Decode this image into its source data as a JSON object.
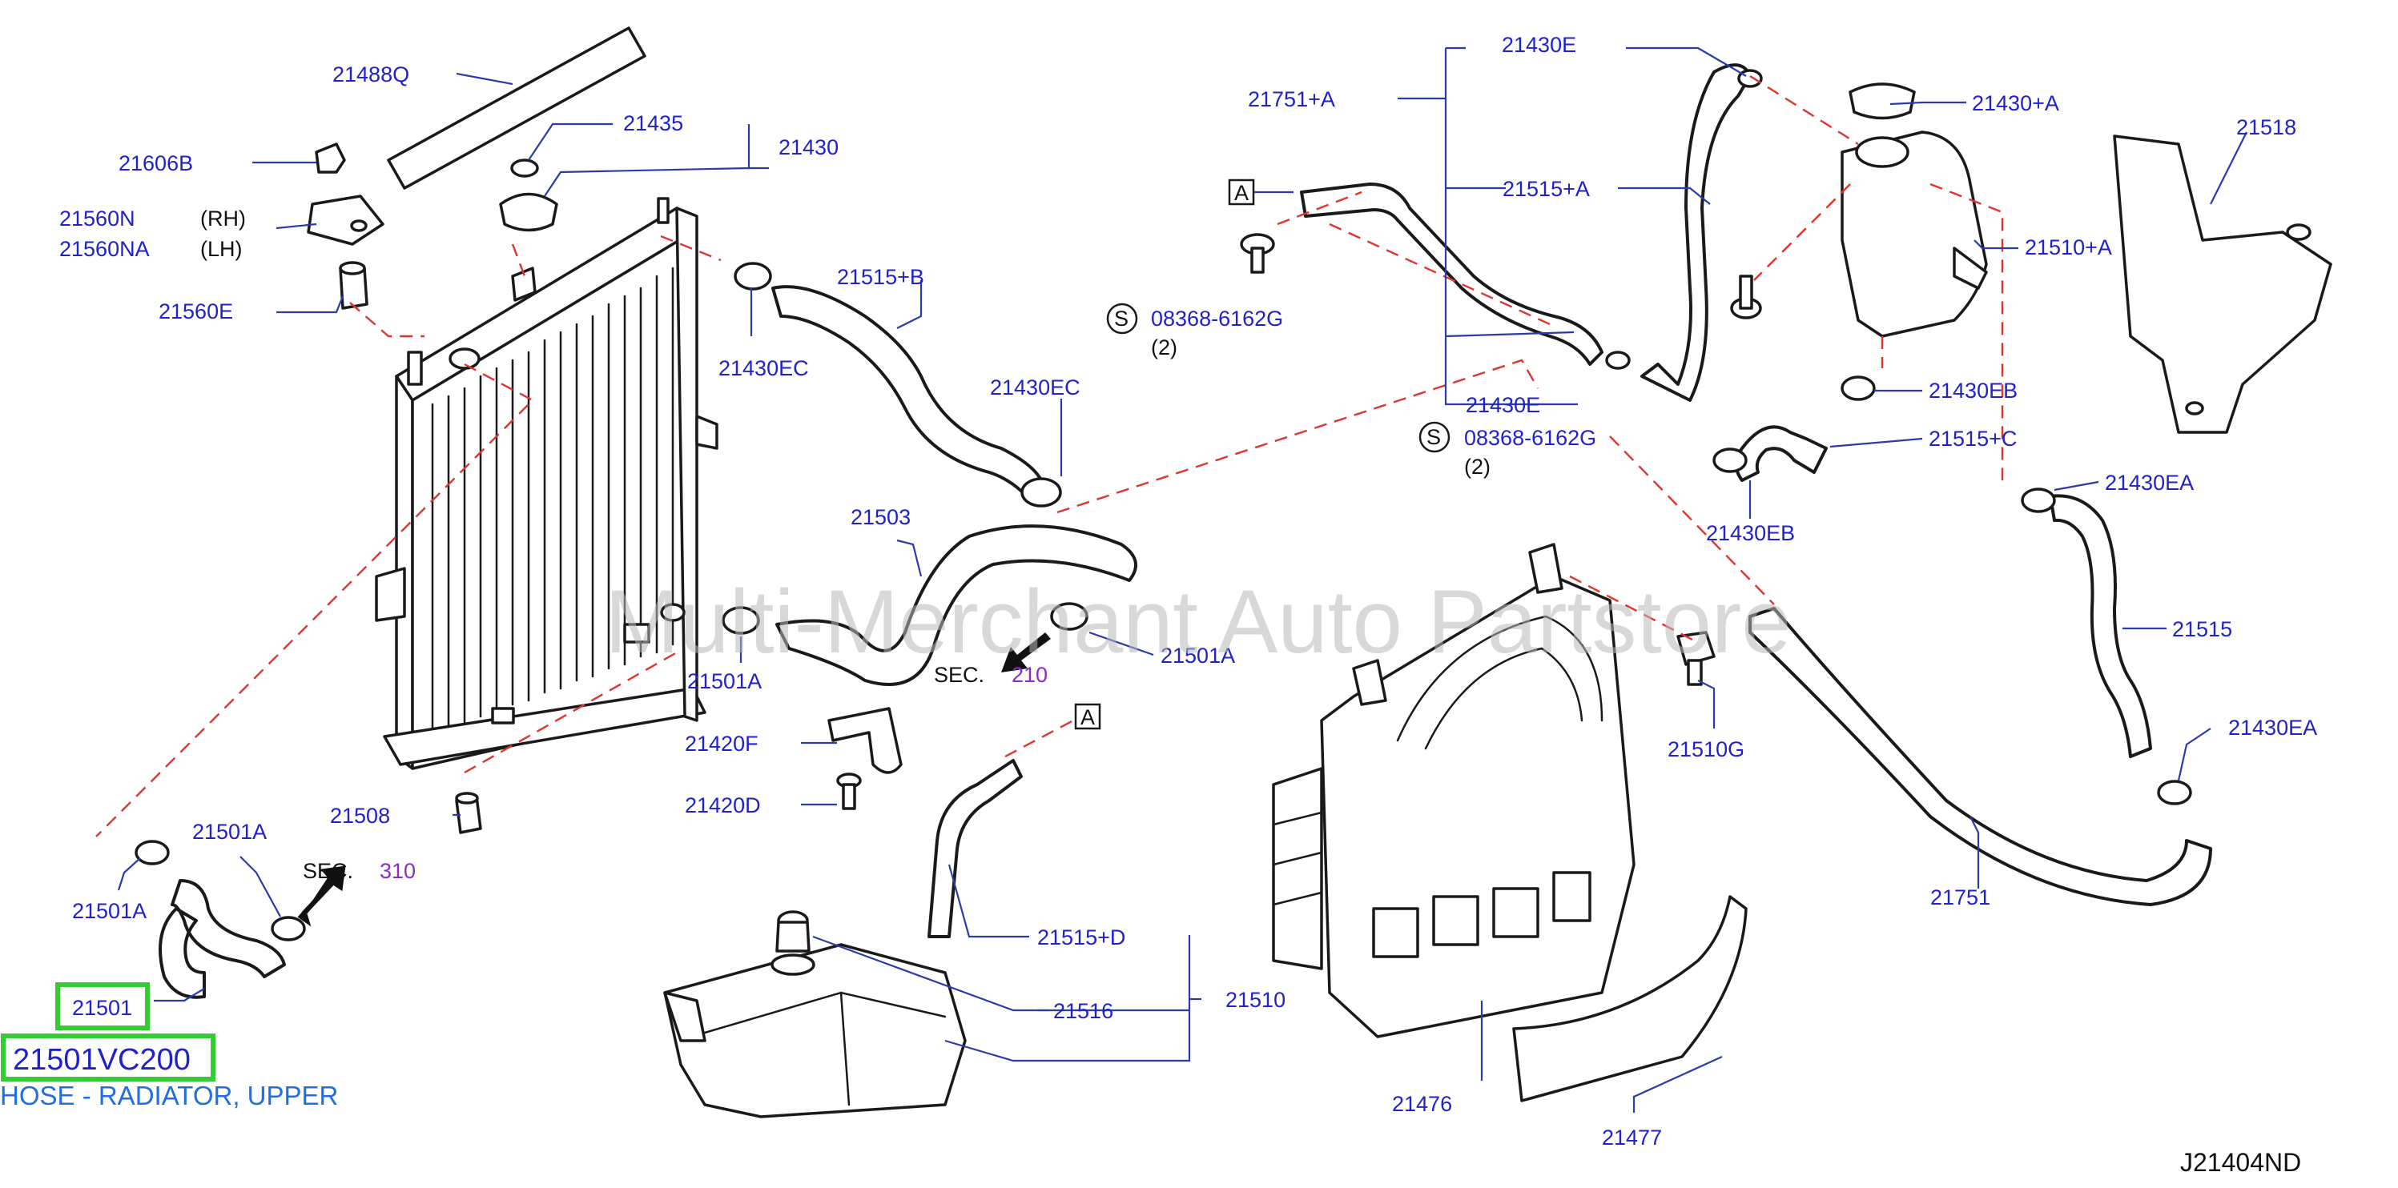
{
  "diagram": {
    "code": "J21404ND",
    "watermark": "Multi-Merchant Auto Partstore",
    "highlight": {
      "selected_ref": "21501",
      "part_number": "21501VC200",
      "description": "HOSE - RADIATOR, UPPER"
    },
    "references": {
      "sec_210": {
        "sec": "SEC.",
        "num": "210"
      },
      "sec_310": {
        "sec": "SEC.",
        "num": "310"
      },
      "marker_a": "A",
      "marker_s": "S",
      "bolt_qty": "(2)"
    },
    "labels": {
      "p21488Q": "21488Q",
      "p21606B": "21606B",
      "p21560N": "21560N",
      "p21560N_side": "(RH)",
      "p21560NA": "21560NA",
      "p21560NA_side": "(LH)",
      "p21560E": "21560E",
      "p21435": "21435",
      "p21430": "21430",
      "p21430EC_a": "21430EC",
      "p21515B": "21515+B",
      "p21430EC_b": "21430EC",
      "p21503": "21503",
      "p21501A_a": "21501A",
      "p21501A_b": "21501A",
      "p21420F": "21420F",
      "p21420D": "21420D",
      "p21508": "21508",
      "p21501A_c": "21501A",
      "p21501A_d": "21501A",
      "p21501": "21501",
      "p21515D": "21515+D",
      "p21516": "21516",
      "p21510": "21510",
      "p21476": "21476",
      "p21477": "21477",
      "p21510G": "21510G",
      "p21751A": "21751+A",
      "p21430E_a": "21430E",
      "p21515A": "21515+A",
      "p21430E_b": "21430E",
      "bolt_a": "08368-6162G",
      "bolt_b": "08368-6162G",
      "p21430A": "21430+A",
      "p21510A": "21510+A",
      "p21430EB_a": "21430EB",
      "p21515C": "21515+C",
      "p21430EB_b": "21430EB",
      "p21518": "21518",
      "p21430EA_a": "21430EA",
      "p21515": "21515",
      "p21430EA_b": "21430EA",
      "p21751": "21751"
    }
  }
}
